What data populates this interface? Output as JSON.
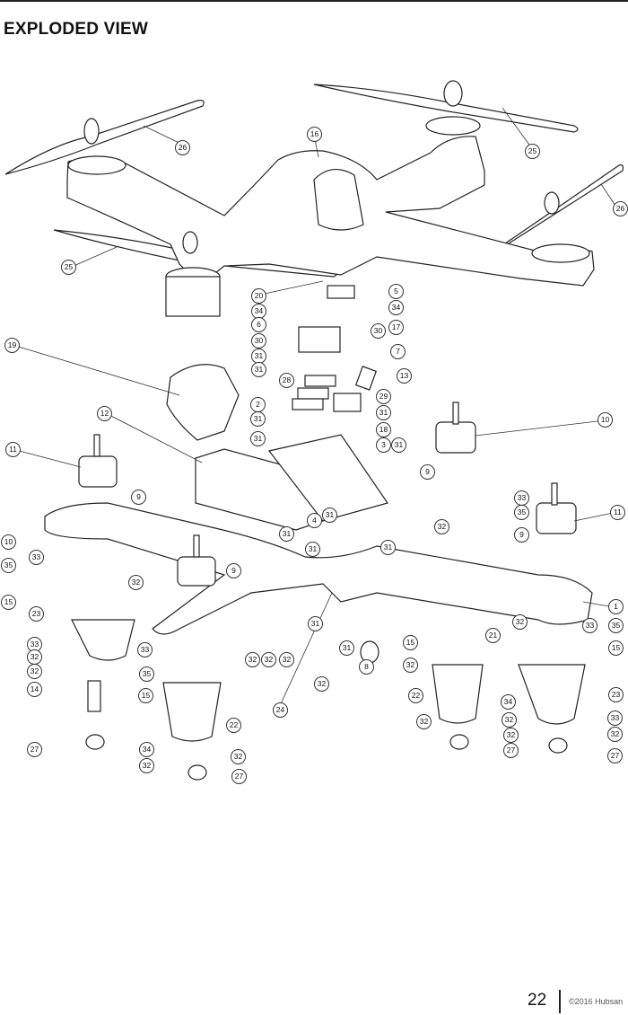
{
  "title": "EXPLODED VIEW",
  "callouts": [
    "1",
    "2",
    "3",
    "4",
    "5",
    "6",
    "7",
    "8",
    "9",
    "10",
    "11",
    "12",
    "13",
    "14",
    "15",
    "16",
    "17",
    "18",
    "19",
    "20",
    "21",
    "22",
    "23",
    "24",
    "25",
    "26",
    "27",
    "28",
    "29",
    "30",
    "31",
    "32",
    "33",
    "34",
    "35"
  ],
  "footer": {
    "page": "22",
    "copyright": "©2016 Hubsan"
  }
}
